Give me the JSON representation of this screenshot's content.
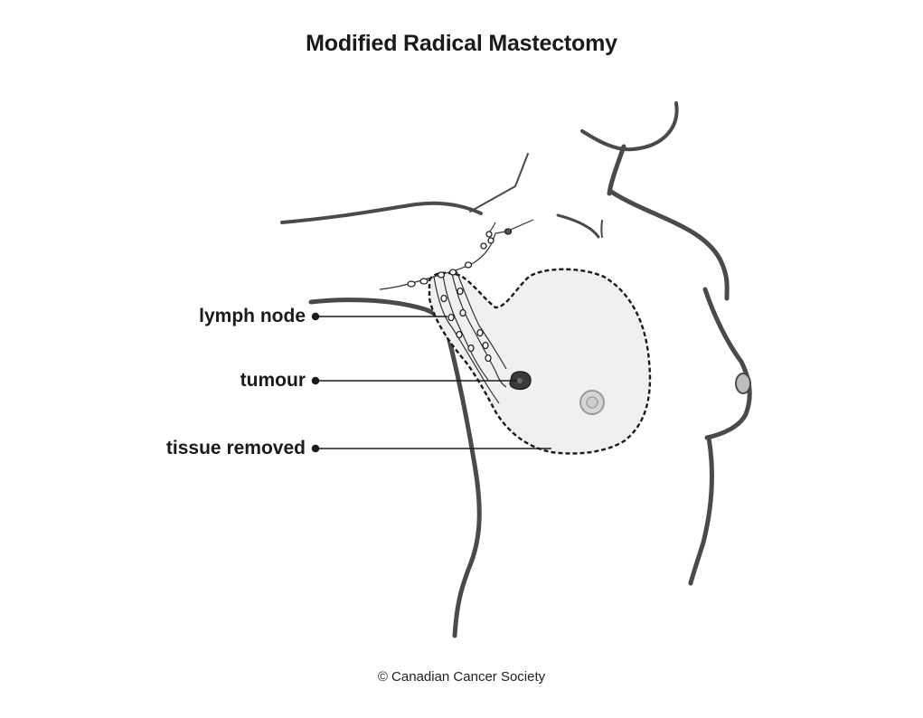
{
  "title": "Modified Radical Mastectomy",
  "labels": {
    "lymph_node": "lymph node",
    "tumour": "tumour",
    "tissue_removed": "tissue removed"
  },
  "copyright": "© Canadian Cancer Society",
  "colors": {
    "outline": "#4a4a4a",
    "tissue_fill": "#f0f0f0",
    "tumour": "#3a3a3a",
    "text": "#1a1a1a"
  }
}
